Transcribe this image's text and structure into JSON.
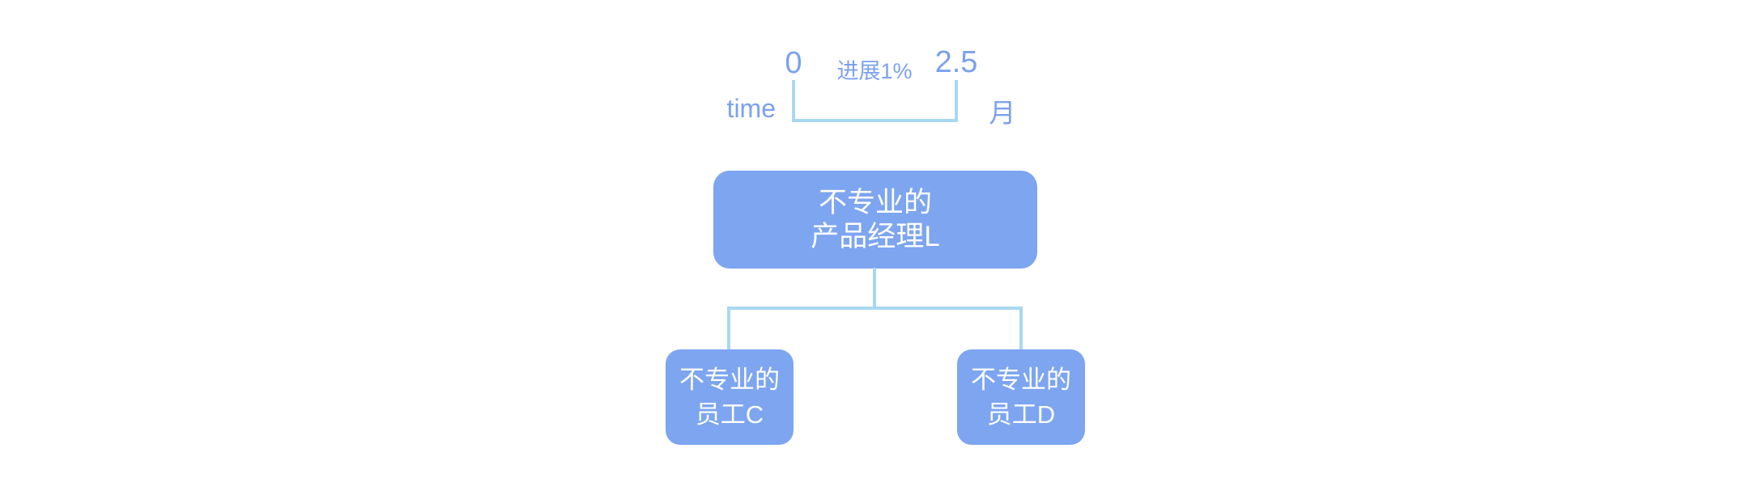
{
  "colors": {
    "node_fill": "#7da5f0",
    "node_text": "#ffffff",
    "connector": "#a8d8f0",
    "label_text": "#7ba1ef",
    "background": "#ffffff"
  },
  "timeline": {
    "time_label": "time",
    "start_value": "0",
    "summary_label": "进展1%",
    "end_value": "2.5",
    "unit_label": "月"
  },
  "org_chart": {
    "root": {
      "line1": "不专业的",
      "line2": "产品经理L"
    },
    "children": [
      {
        "line1": "不专业的",
        "line2": "员工C"
      },
      {
        "line1": "不专业的",
        "line2": "员工D"
      }
    ]
  }
}
